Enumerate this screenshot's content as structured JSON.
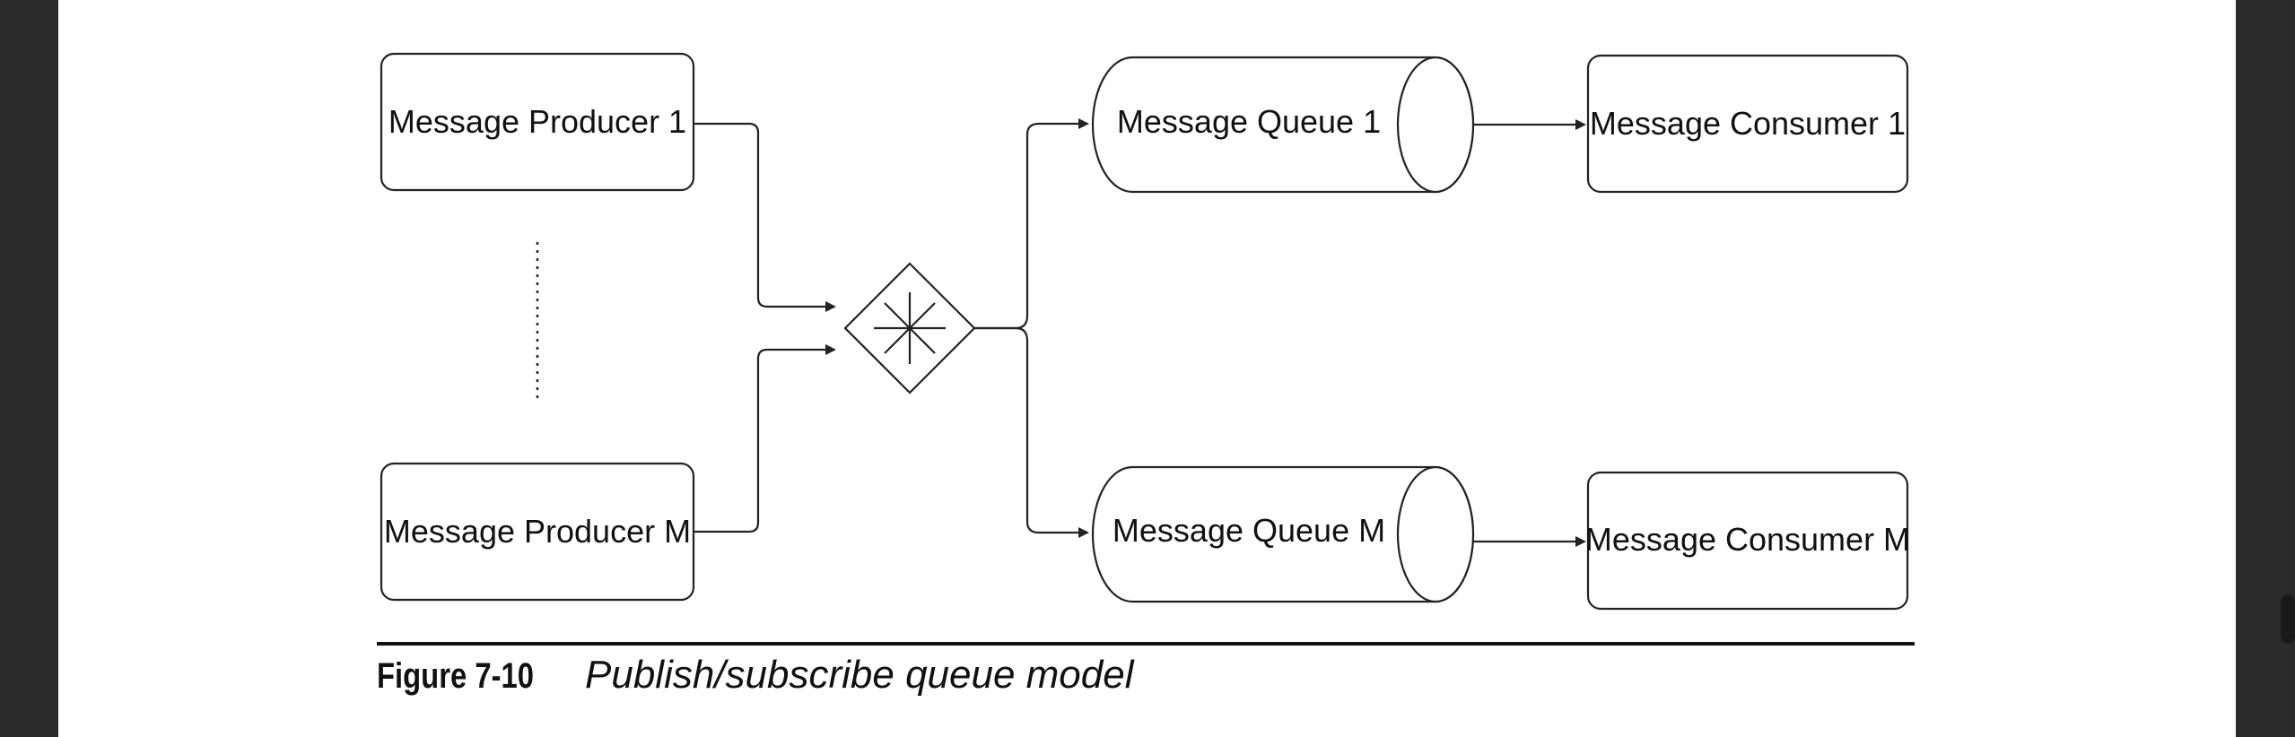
{
  "diagram": {
    "producers": [
      "Message Producer 1",
      "Message Producer M"
    ],
    "queues": [
      "Message Queue 1",
      "Message Queue M"
    ],
    "consumers": [
      "Message Consumer 1",
      "Message Consumer M"
    ],
    "router_icon": "asterisk-diamond-icon"
  },
  "caption": {
    "number": "Figure 7-10",
    "title": "Publish/subscribe queue model"
  }
}
